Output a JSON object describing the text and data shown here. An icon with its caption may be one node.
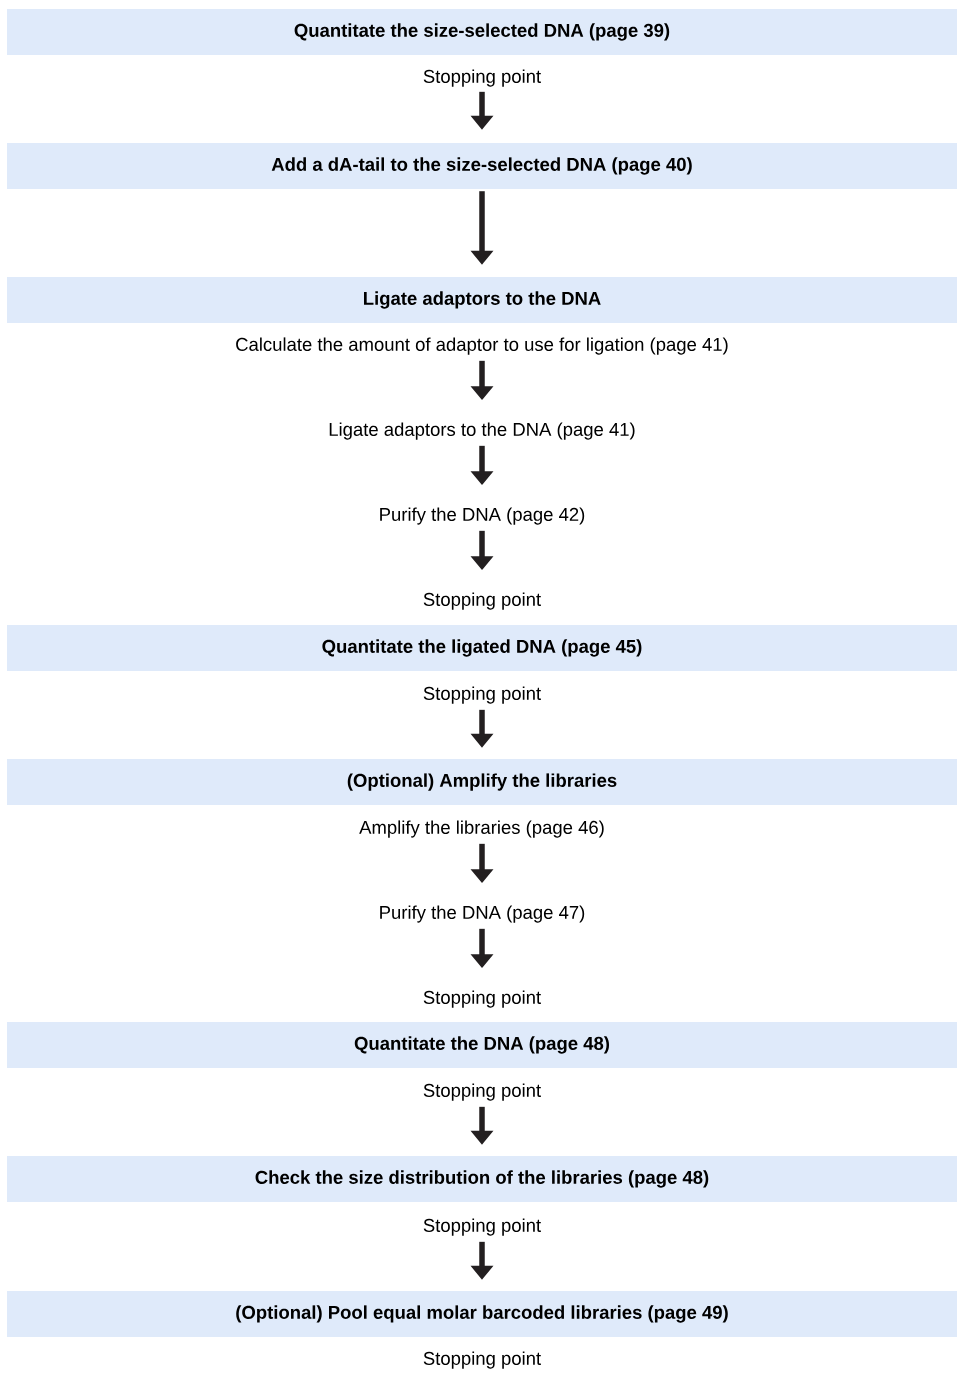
{
  "diagram": {
    "nodes": [
      {
        "text": [
          "Quantitate the size-selected DNA (page 39)"
        ]
      },
      {
        "text": [
          "Stopping point"
        ]
      },
      {
        "text": [
          "Add a dA-tail to the size-selected DNA (page 40)"
        ]
      },
      {
        "text": [
          "Ligate adaptors to the DNA"
        ]
      },
      {
        "text": [
          "Calculate the amount of adaptor to use for ligation (page 41)"
        ]
      },
      {
        "text": [
          "Ligate adaptors to the DNA (page 41)"
        ]
      },
      {
        "text": [
          "Purify the DNA (page 42)"
        ]
      },
      {
        "text": [
          "Stopping point"
        ]
      },
      {
        "text": [
          "Quantitate the ligated DNA (page 45)"
        ]
      },
      {
        "text": [
          "Stopping point"
        ]
      },
      {
        "text": [
          "(Optional) Amplify the libraries"
        ]
      },
      {
        "text": [
          "Amplify the libraries (page 46)"
        ]
      },
      {
        "text": [
          "Purify the DNA (page 47)"
        ]
      },
      {
        "text": [
          "Stopping point"
        ]
      },
      {
        "text": [
          "Quantitate the DNA (page 48)"
        ]
      },
      {
        "text": [
          "Stopping point"
        ]
      },
      {
        "text": [
          "Check the size distribution of the libraries (page 48)"
        ]
      },
      {
        "text": [
          "Stopping point"
        ]
      },
      {
        "text": [
          "(Optional) Pool equal molar barcoded libraries (page 49)"
        ]
      },
      {
        "text": [
          "Stopping point"
        ]
      }
    ],
    "edges": [
      {
        "from": 1,
        "to": 2,
        "arrow": "to"
      },
      {
        "from": 2,
        "to": 3,
        "arrow": "to"
      },
      {
        "from": 4,
        "to": 5,
        "arrow": "to"
      },
      {
        "from": 5,
        "to": 6,
        "arrow": "to"
      },
      {
        "from": 6,
        "to": 7,
        "arrow": "to"
      },
      {
        "from": 9,
        "to": 10,
        "arrow": "to"
      },
      {
        "from": 11,
        "to": 12,
        "arrow": "to"
      },
      {
        "from": 12,
        "to": 13,
        "arrow": "to"
      },
      {
        "from": 15,
        "to": 16,
        "arrow": "to"
      },
      {
        "from": 17,
        "to": 18,
        "arrow": "to"
      }
    ]
  }
}
